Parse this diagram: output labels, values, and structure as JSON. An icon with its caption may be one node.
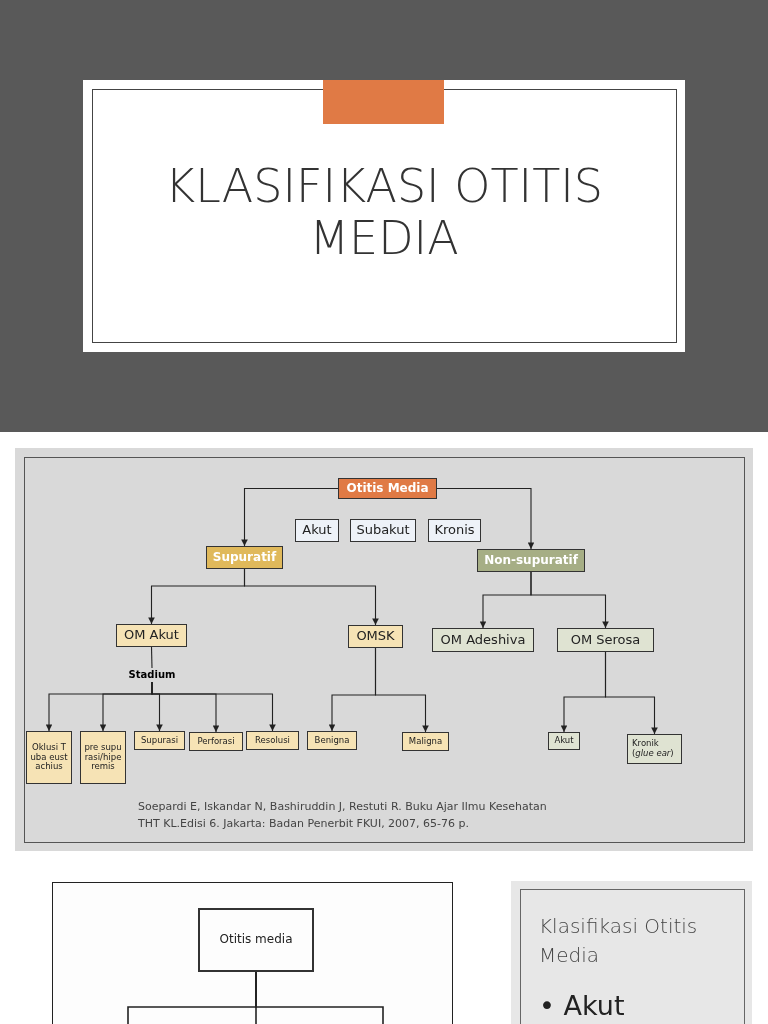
{
  "diagram": {
    "title": "KLASIFIKASI OTITIS MEDIA",
    "nodes": [
      {
        "text": [
          "Otitis Media"
        ]
      },
      {
        "text": [
          "Akut"
        ]
      },
      {
        "text": [
          "Subakut"
        ]
      },
      {
        "text": [
          "Kronis"
        ]
      },
      {
        "text": [
          "Supuratif"
        ]
      },
      {
        "text": [
          "Non-supuratif"
        ]
      },
      {
        "text": [
          "OM Akut"
        ]
      },
      {
        "text": [
          "OMSK"
        ]
      },
      {
        "text": [
          "OM Adeshiva"
        ]
      },
      {
        "text": [
          "OM Serosa"
        ]
      },
      {
        "text": [
          "Stadium"
        ]
      },
      {
        "text": [
          "Oklusi Tuba eustachius"
        ]
      },
      {
        "text": [
          "pre supurasi/hiperemis"
        ]
      },
      {
        "text": [
          "Supurasi"
        ]
      },
      {
        "text": [
          "Perforasi"
        ]
      },
      {
        "text": [
          "Resolusi"
        ]
      },
      {
        "text": [
          "Benigna"
        ]
      },
      {
        "text": [
          "Maligna"
        ]
      },
      {
        "text": [
          "Akut"
        ]
      },
      {
        "text": [
          "Kronik (*glue ear*)"
        ]
      },
      {
        "text": [
          "Otitis media"
        ]
      }
    ],
    "edges": [
      {
        "from": 0,
        "to": 4,
        "arrow": "to"
      },
      {
        "from": 0,
        "to": 5,
        "arrow": "to"
      },
      {
        "from": 4,
        "to": 6,
        "arrow": "to"
      },
      {
        "from": 4,
        "to": 7,
        "arrow": "to"
      },
      {
        "from": 5,
        "to": 8,
        "arrow": "to"
      },
      {
        "from": 5,
        "to": 9,
        "arrow": "to"
      },
      {
        "from": 6,
        "to": 10,
        "arrow": "none"
      },
      {
        "from": 10,
        "to": 11,
        "arrow": "to"
      },
      {
        "from": 10,
        "to": 12,
        "arrow": "to"
      },
      {
        "from": 10,
        "to": 13,
        "arrow": "to"
      },
      {
        "from": 10,
        "to": 14,
        "arrow": "to"
      },
      {
        "from": 10,
        "to": 15,
        "arrow": "to"
      },
      {
        "from": 7,
        "to": 16,
        "arrow": "to"
      },
      {
        "from": 7,
        "to": 17,
        "arrow": "to"
      },
      {
        "from": 9,
        "to": 18,
        "arrow": "to"
      },
      {
        "from": 9,
        "to": 19,
        "arrow": "to"
      },
      {
        "from": 20,
        "to": null,
        "arrow": "none"
      },
      {
        "from": 20,
        "to": null,
        "arrow": "none"
      },
      {
        "from": 20,
        "to": null,
        "arrow": "none"
      }
    ],
    "labels": [
      "Soepardi E, Iskandar N, Bashiruddin J, Restuti R. Buku Ajar Ilmu Kesehatan THT KL.Edisi 6. Jakarta: Badan Penerbit FKUI, 2007, 65-76 p.",
      "Klasifikasi Otitis Media",
      "• Akut"
    ]
  }
}
